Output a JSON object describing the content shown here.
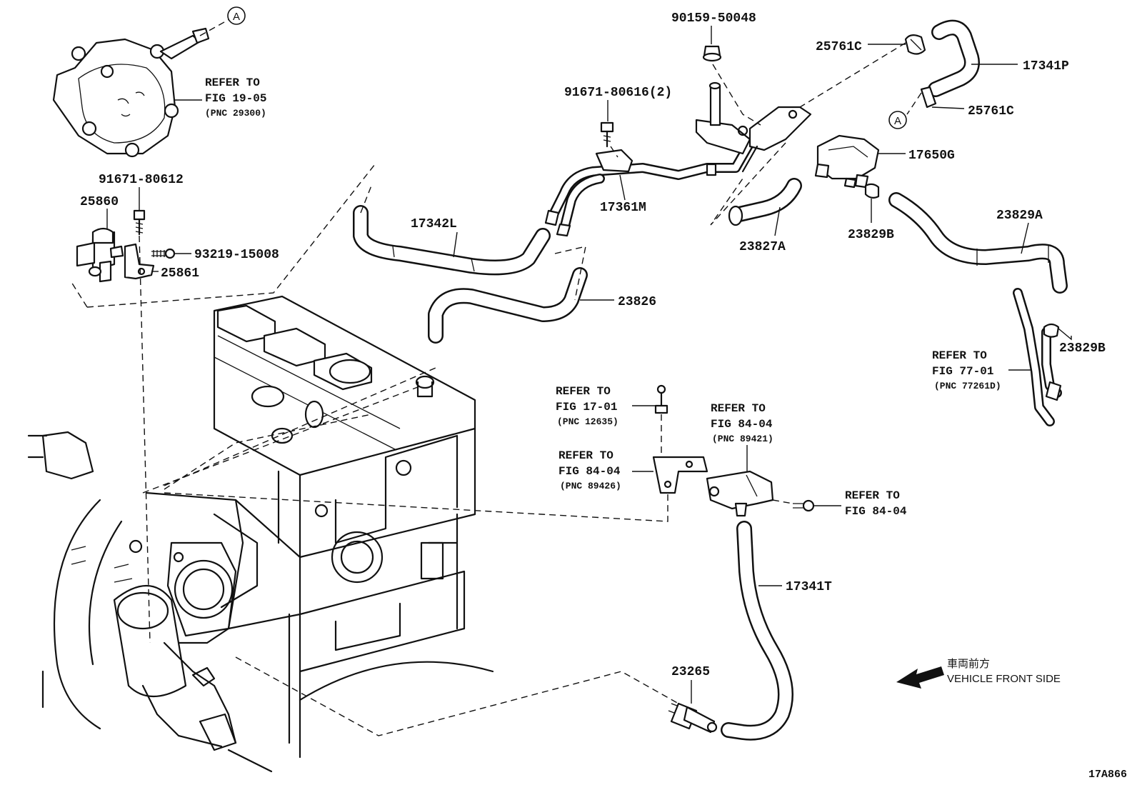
{
  "parts": {
    "p_90159_50048": "90159-50048",
    "p_25761c_top": "25761C",
    "p_17341p": "17341P",
    "p_25761c_mid": "25761C",
    "p_91671_80616": "91671-80616(2)",
    "p_17650g": "17650G",
    "p_17361m": "17361M",
    "p_17342l": "17342L",
    "p_23829a": "23829A",
    "p_23827a": "23827A",
    "p_23829b_top": "23829B",
    "p_91671_80612": "91671-80612",
    "p_25860": "25860",
    "p_93219_15008": "93219-15008",
    "p_25861": "25861",
    "p_23826": "23826",
    "p_23829b_right": "23829B",
    "p_17341t": "17341T",
    "p_23265": "23265"
  },
  "refs": {
    "r1": {
      "l1": "REFER TO",
      "l2": "FIG 19-05",
      "pnc": "(PNC 29300)"
    },
    "r2": {
      "l1": "REFER TO",
      "l2": "FIG 77-01",
      "pnc": "(PNC 77261D)"
    },
    "r3": {
      "l1": "REFER TO",
      "l2": "FIG 17-01",
      "pnc": "(PNC 12635)"
    },
    "r4": {
      "l1": "REFER TO",
      "l2": "FIG 84-04",
      "pnc": "(PNC 89421)"
    },
    "r5": {
      "l1": "REFER TO",
      "l2": "FIG 84-04",
      "pnc": "(PNC 89426)"
    },
    "r6": {
      "l1": "REFER TO",
      "l2": "FIG 84-04"
    }
  },
  "callout_letter": "A",
  "front_note": {
    "jp": "車両前方",
    "en": "VEHICLE FRONT SIDE"
  },
  "diagram_code": "17A866"
}
